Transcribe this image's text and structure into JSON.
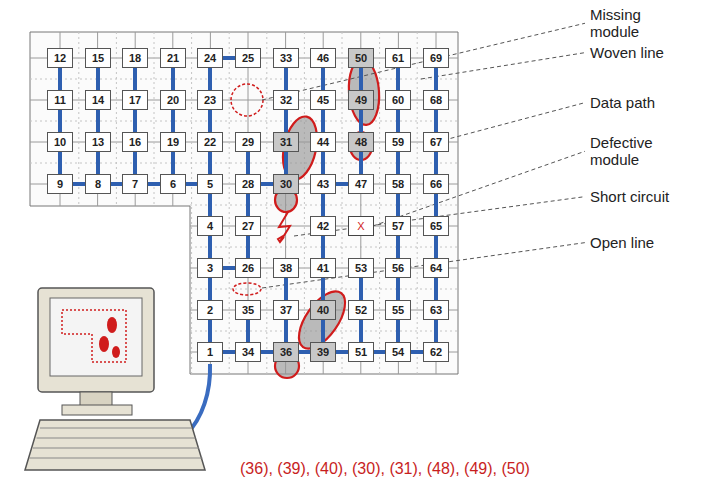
{
  "diagram": {
    "nodes": [
      {
        "text": [
          "12"
        ]
      },
      {
        "text": [
          "15"
        ]
      },
      {
        "text": [
          "18"
        ]
      },
      {
        "text": [
          "21"
        ]
      },
      {
        "text": [
          "24"
        ]
      },
      {
        "text": [
          "25"
        ]
      },
      {
        "text": [
          "33"
        ]
      },
      {
        "text": [
          "46"
        ]
      },
      {
        "text": [
          "50"
        ]
      },
      {
        "text": [
          "61"
        ]
      },
      {
        "text": [
          "69"
        ]
      },
      {
        "text": [
          "11"
        ]
      },
      {
        "text": [
          "14"
        ]
      },
      {
        "text": [
          "17"
        ]
      },
      {
        "text": [
          "20"
        ]
      },
      {
        "text": [
          "23"
        ]
      },
      {
        "text": [
          "32"
        ]
      },
      {
        "text": [
          "45"
        ]
      },
      {
        "text": [
          "49"
        ]
      },
      {
        "text": [
          "60"
        ]
      },
      {
        "text": [
          "68"
        ]
      },
      {
        "text": [
          "10"
        ]
      },
      {
        "text": [
          "13"
        ]
      },
      {
        "text": [
          "16"
        ]
      },
      {
        "text": [
          "19"
        ]
      },
      {
        "text": [
          "22"
        ]
      },
      {
        "text": [
          "29"
        ]
      },
      {
        "text": [
          "31"
        ]
      },
      {
        "text": [
          "44"
        ]
      },
      {
        "text": [
          "48"
        ]
      },
      {
        "text": [
          "59"
        ]
      },
      {
        "text": [
          "67"
        ]
      },
      {
        "text": [
          "9"
        ]
      },
      {
        "text": [
          "8"
        ]
      },
      {
        "text": [
          "7"
        ]
      },
      {
        "text": [
          "6"
        ]
      },
      {
        "text": [
          "5"
        ]
      },
      {
        "text": [
          "28"
        ]
      },
      {
        "text": [
          "30"
        ]
      },
      {
        "text": [
          "43"
        ]
      },
      {
        "text": [
          "47"
        ]
      },
      {
        "text": [
          "58"
        ]
      },
      {
        "text": [
          "66"
        ]
      },
      {
        "text": [
          "4"
        ]
      },
      {
        "text": [
          "27"
        ]
      },
      {
        "text": [
          "42"
        ]
      },
      {
        "text": [
          "X"
        ]
      },
      {
        "text": [
          "57"
        ]
      },
      {
        "text": [
          "65"
        ]
      },
      {
        "text": [
          "3"
        ]
      },
      {
        "text": [
          "26"
        ]
      },
      {
        "text": [
          "38"
        ]
      },
      {
        "text": [
          "41"
        ]
      },
      {
        "text": [
          "53"
        ]
      },
      {
        "text": [
          "56"
        ]
      },
      {
        "text": [
          "64"
        ]
      },
      {
        "text": [
          "2"
        ]
      },
      {
        "text": [
          "35"
        ]
      },
      {
        "text": [
          "37"
        ]
      },
      {
        "text": [
          "40"
        ]
      },
      {
        "text": [
          "52"
        ]
      },
      {
        "text": [
          "55"
        ]
      },
      {
        "text": [
          "63"
        ]
      },
      {
        "text": [
          "1"
        ]
      },
      {
        "text": [
          "34"
        ]
      },
      {
        "text": [
          "36"
        ]
      },
      {
        "text": [
          "39"
        ]
      },
      {
        "text": [
          "51"
        ]
      },
      {
        "text": [
          "54"
        ]
      },
      {
        "text": [
          "62"
        ]
      }
    ],
    "edges": [
      {
        "from": 63,
        "to": 56,
        "arrow": "none"
      },
      {
        "from": 56,
        "to": 49,
        "arrow": "none"
      },
      {
        "from": 49,
        "to": 43,
        "arrow": "none"
      },
      {
        "from": 43,
        "to": 36,
        "arrow": "none"
      },
      {
        "from": 36,
        "to": 35,
        "arrow": "none"
      },
      {
        "from": 35,
        "to": 34,
        "arrow": "none"
      },
      {
        "from": 34,
        "to": 33,
        "arrow": "none"
      },
      {
        "from": 33,
        "to": 32,
        "arrow": "none"
      },
      {
        "from": 32,
        "to": 21,
        "arrow": "none"
      },
      {
        "from": 21,
        "to": 11,
        "arrow": "none"
      },
      {
        "from": 11,
        "to": 0,
        "arrow": "none"
      },
      {
        "from": 33,
        "to": 22,
        "arrow": "none"
      },
      {
        "from": 22,
        "to": 12,
        "arrow": "none"
      },
      {
        "from": 12,
        "to": 1,
        "arrow": "none"
      },
      {
        "from": 34,
        "to": 23,
        "arrow": "none"
      },
      {
        "from": 23,
        "to": 13,
        "arrow": "none"
      },
      {
        "from": 13,
        "to": 2,
        "arrow": "none"
      },
      {
        "from": 35,
        "to": 24,
        "arrow": "none"
      },
      {
        "from": 24,
        "to": 14,
        "arrow": "none"
      },
      {
        "from": 14,
        "to": 3,
        "arrow": "none"
      },
      {
        "from": 36,
        "to": 25,
        "arrow": "none"
      },
      {
        "from": 25,
        "to": 15,
        "arrow": "none"
      },
      {
        "from": 15,
        "to": 4,
        "arrow": "none"
      },
      {
        "from": 4,
        "to": 5,
        "arrow": "none"
      },
      {
        "from": 49,
        "to": 50,
        "arrow": "none"
      },
      {
        "from": 50,
        "to": 44,
        "arrow": "none"
      },
      {
        "from": 44,
        "to": 37,
        "arrow": "none"
      },
      {
        "from": 37,
        "to": 26,
        "arrow": "none"
      },
      {
        "from": 37,
        "to": 38,
        "arrow": "none"
      },
      {
        "from": 38,
        "to": 27,
        "arrow": "none"
      },
      {
        "from": 27,
        "to": 16,
        "arrow": "none"
      },
      {
        "from": 16,
        "to": 6,
        "arrow": "none"
      },
      {
        "from": 63,
        "to": 64,
        "arrow": "none"
      },
      {
        "from": 64,
        "to": 57,
        "arrow": "none"
      },
      {
        "from": 64,
        "to": 65,
        "arrow": "none"
      },
      {
        "from": 65,
        "to": 58,
        "arrow": "none"
      },
      {
        "from": 58,
        "to": 51,
        "arrow": "none"
      },
      {
        "from": 65,
        "to": 66,
        "arrow": "none"
      },
      {
        "from": 66,
        "to": 59,
        "arrow": "none"
      },
      {
        "from": 59,
        "to": 52,
        "arrow": "none"
      },
      {
        "from": 52,
        "to": 45,
        "arrow": "none"
      },
      {
        "from": 45,
        "to": 39,
        "arrow": "none"
      },
      {
        "from": 39,
        "to": 28,
        "arrow": "none"
      },
      {
        "from": 28,
        "to": 17,
        "arrow": "none"
      },
      {
        "from": 17,
        "to": 7,
        "arrow": "none"
      },
      {
        "from": 66,
        "to": 67,
        "arrow": "none"
      },
      {
        "from": 67,
        "to": 60,
        "arrow": "none"
      },
      {
        "from": 60,
        "to": 53,
        "arrow": "none"
      },
      {
        "from": 39,
        "to": 40,
        "arrow": "none"
      },
      {
        "from": 40,
        "to": 29,
        "arrow": "none"
      },
      {
        "from": 29,
        "to": 18,
        "arrow": "none"
      },
      {
        "from": 18,
        "to": 8,
        "arrow": "none"
      },
      {
        "from": 67,
        "to": 68,
        "arrow": "none"
      },
      {
        "from": 68,
        "to": 61,
        "arrow": "none"
      },
      {
        "from": 61,
        "to": 54,
        "arrow": "none"
      },
      {
        "from": 54,
        "to": 47,
        "arrow": "none"
      },
      {
        "from": 47,
        "to": 41,
        "arrow": "none"
      },
      {
        "from": 41,
        "to": 30,
        "arrow": "none"
      },
      {
        "from": 30,
        "to": 19,
        "arrow": "none"
      },
      {
        "from": 19,
        "to": 9,
        "arrow": "none"
      },
      {
        "from": 68,
        "to": 69,
        "arrow": "none"
      },
      {
        "from": 69,
        "to": 62,
        "arrow": "none"
      },
      {
        "from": 62,
        "to": 55,
        "arrow": "none"
      },
      {
        "from": 55,
        "to": 48,
        "arrow": "none"
      },
      {
        "from": 48,
        "to": 42,
        "arrow": "none"
      },
      {
        "from": 42,
        "to": 31,
        "arrow": "none"
      },
      {
        "from": 31,
        "to": 20,
        "arrow": "none"
      },
      {
        "from": 20,
        "to": 10,
        "arrow": "none"
      }
    ],
    "labels": [
      "Missing module",
      "Woven line",
      "Data path",
      "Defective module",
      "Short circuit",
      "Open line",
      "(36), (39), (40), (30), (31), (48), (49), (50)"
    ]
  }
}
